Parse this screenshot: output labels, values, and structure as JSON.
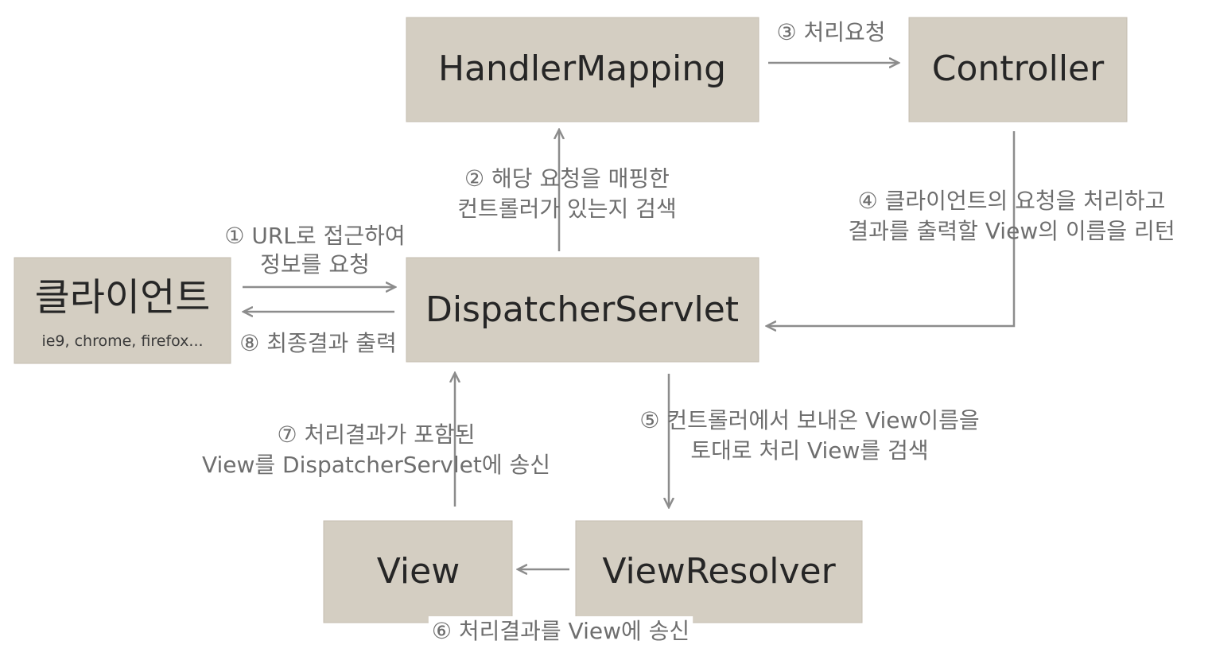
{
  "nodes": {
    "handler_mapping": "HandlerMapping",
    "controller": "Controller",
    "client": "클라이언트",
    "client_sub": "ie9, chrome, firefox...",
    "dispatcher": "DispatcherServlet",
    "view": "View",
    "view_resolver": "ViewResolver"
  },
  "steps": {
    "s1": [
      "① URL로 접근하여",
      "정보를 요청"
    ],
    "s2": [
      "② 해당 요청을 매핑한",
      "컨트롤러가 있는지 검색"
    ],
    "s3": [
      "③ 처리요청"
    ],
    "s4": [
      "④ 클라이언트의 요청을 처리하고",
      "결과를 출력할 View의 이름을 리턴"
    ],
    "s5": [
      "⑤ 컨트롤러에서 보내온 View이름을",
      "토대로 처리 View를 검색"
    ],
    "s6": [
      "⑥ 처리결과를 View에 송신"
    ],
    "s7": [
      "⑦ 처리결과가 포함된",
      "View를 DispatcherServlet에 송신"
    ],
    "s8": [
      "⑧ 최종결과 출력"
    ]
  },
  "colors": {
    "node_fill": "#d4cec2",
    "text": "#262626",
    "arrow": "#8c8c8c",
    "step_text": "#6e6e6e"
  }
}
